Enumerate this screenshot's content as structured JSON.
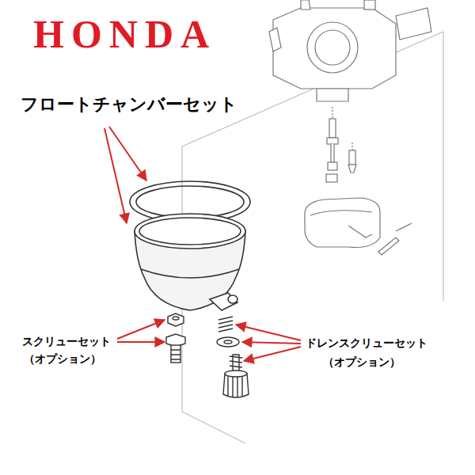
{
  "diagram": {
    "labels": [
      "HONDA",
      "フロートチャンバーセット",
      "スクリューセット",
      "（オプション）",
      "ドレンスクリューセット",
      "（オプション）"
    ]
  }
}
